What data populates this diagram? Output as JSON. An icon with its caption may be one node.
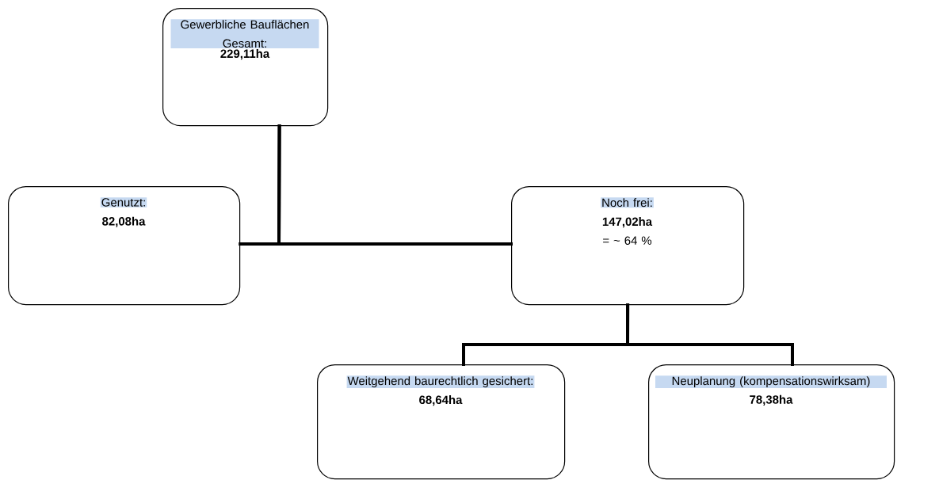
{
  "diagram": {
    "nodes": [
      {
        "text": [
          "Gewerbliche Bauflächen Gesamt:",
          "229,11ha"
        ]
      },
      {
        "text": [
          "Genutzt:",
          "82,08ha"
        ]
      },
      {
        "text": [
          "Noch frei:",
          "147,02ha",
          "= ~ 64 %"
        ]
      },
      {
        "text": [
          "Weitgehend baurechtlich gesichert:",
          "68,64ha"
        ]
      },
      {
        "text": [
          "Neuplanung (kompensationswirksam)",
          "78,38ha"
        ]
      }
    ],
    "edges": [
      {
        "from": 0,
        "to": 1,
        "arrow": "none"
      },
      {
        "from": 0,
        "to": 2,
        "arrow": "none"
      },
      {
        "from": 2,
        "to": 3,
        "arrow": "none"
      },
      {
        "from": 2,
        "to": 4,
        "arrow": "none"
      }
    ]
  }
}
